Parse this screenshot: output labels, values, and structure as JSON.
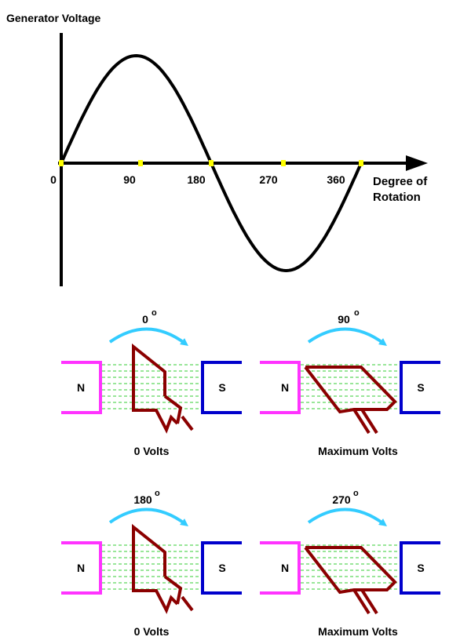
{
  "colors": {
    "background": "#ffffff",
    "axis": "#000000",
    "tick_marker": "#ffff00",
    "north_pole": "#ff33ff",
    "south_pole": "#0000cc",
    "field_lines": "#33cc33",
    "coil": "#8b0000",
    "rotation_arrow": "#33ccff"
  },
  "graph": {
    "title": "Generator Voltage",
    "x_axis_label_line1": "Degree of",
    "x_axis_label_line2": "Rotation",
    "tick_labels": [
      "0",
      "90",
      "180",
      "270",
      "360"
    ],
    "curve": "sine",
    "cycle_degrees": [
      0,
      360
    ]
  },
  "panels": [
    {
      "angle": "0",
      "degree_sign": "o",
      "north_label": "N",
      "south_label": "S",
      "output": "0 Volts",
      "coil_view": "edge-on"
    },
    {
      "angle": "90",
      "degree_sign": "o",
      "north_label": "N",
      "south_label": "S",
      "output": "Maximum Volts",
      "coil_view": "flat"
    },
    {
      "angle": "180",
      "degree_sign": "o",
      "north_label": "N",
      "south_label": "S",
      "output": "0 Volts",
      "coil_view": "edge-on"
    },
    {
      "angle": "270",
      "degree_sign": "o",
      "north_label": "N",
      "south_label": "S",
      "output": "Maximum Volts",
      "coil_view": "flat"
    }
  ]
}
